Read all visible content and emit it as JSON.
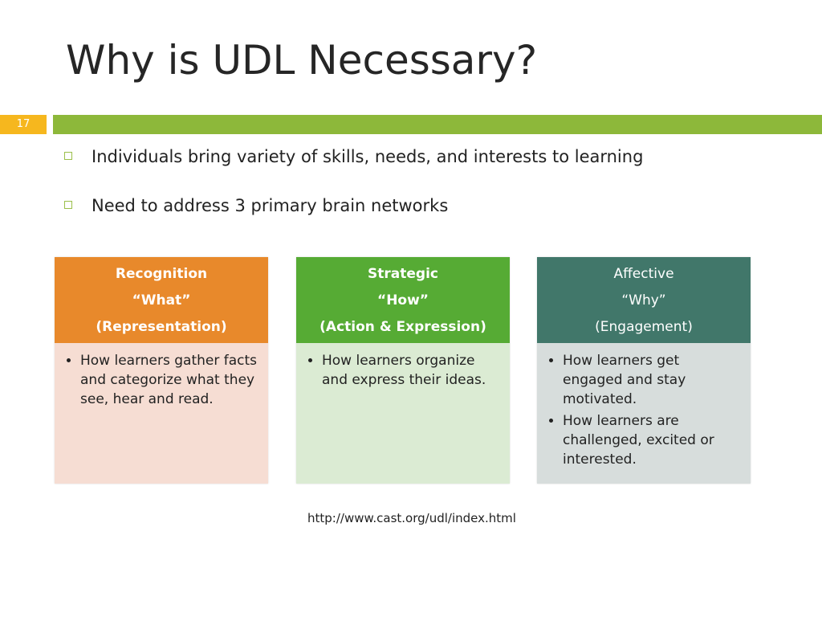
{
  "slide": {
    "title": "Why is UDL Necessary?",
    "number": "17",
    "bullets": [
      "Individuals bring variety of skills, needs, and interests to learning",
      "Need to address 3 primary brain networks"
    ],
    "url": "http://www.cast.org/udl/index.html"
  },
  "colors": {
    "accent_bar": "#8db83a",
    "number_box": "#f6b71e",
    "recognition_header": "#e8892b",
    "recognition_body": "#f6ddd3",
    "strategic_header": "#56ab34",
    "strategic_body": "#dbebd3",
    "affective_header": "#41776a",
    "affective_body": "#d7dddc"
  },
  "cards": [
    {
      "title": "Recognition",
      "subtitle": "“What”",
      "detail": "(Representation)",
      "items": [
        "How learners gather facts and categorize what they see, hear and read."
      ]
    },
    {
      "title": "Strategic",
      "subtitle": "“How”",
      "detail": "(Action & Expression)",
      "items": [
        "How learners organize and express their ideas."
      ]
    },
    {
      "title": "Affective",
      "subtitle": "“Why”",
      "detail": "(Engagement)",
      "items": [
        "How learners get engaged and stay motivated.",
        "How learners are challenged, excited or interested."
      ]
    }
  ]
}
